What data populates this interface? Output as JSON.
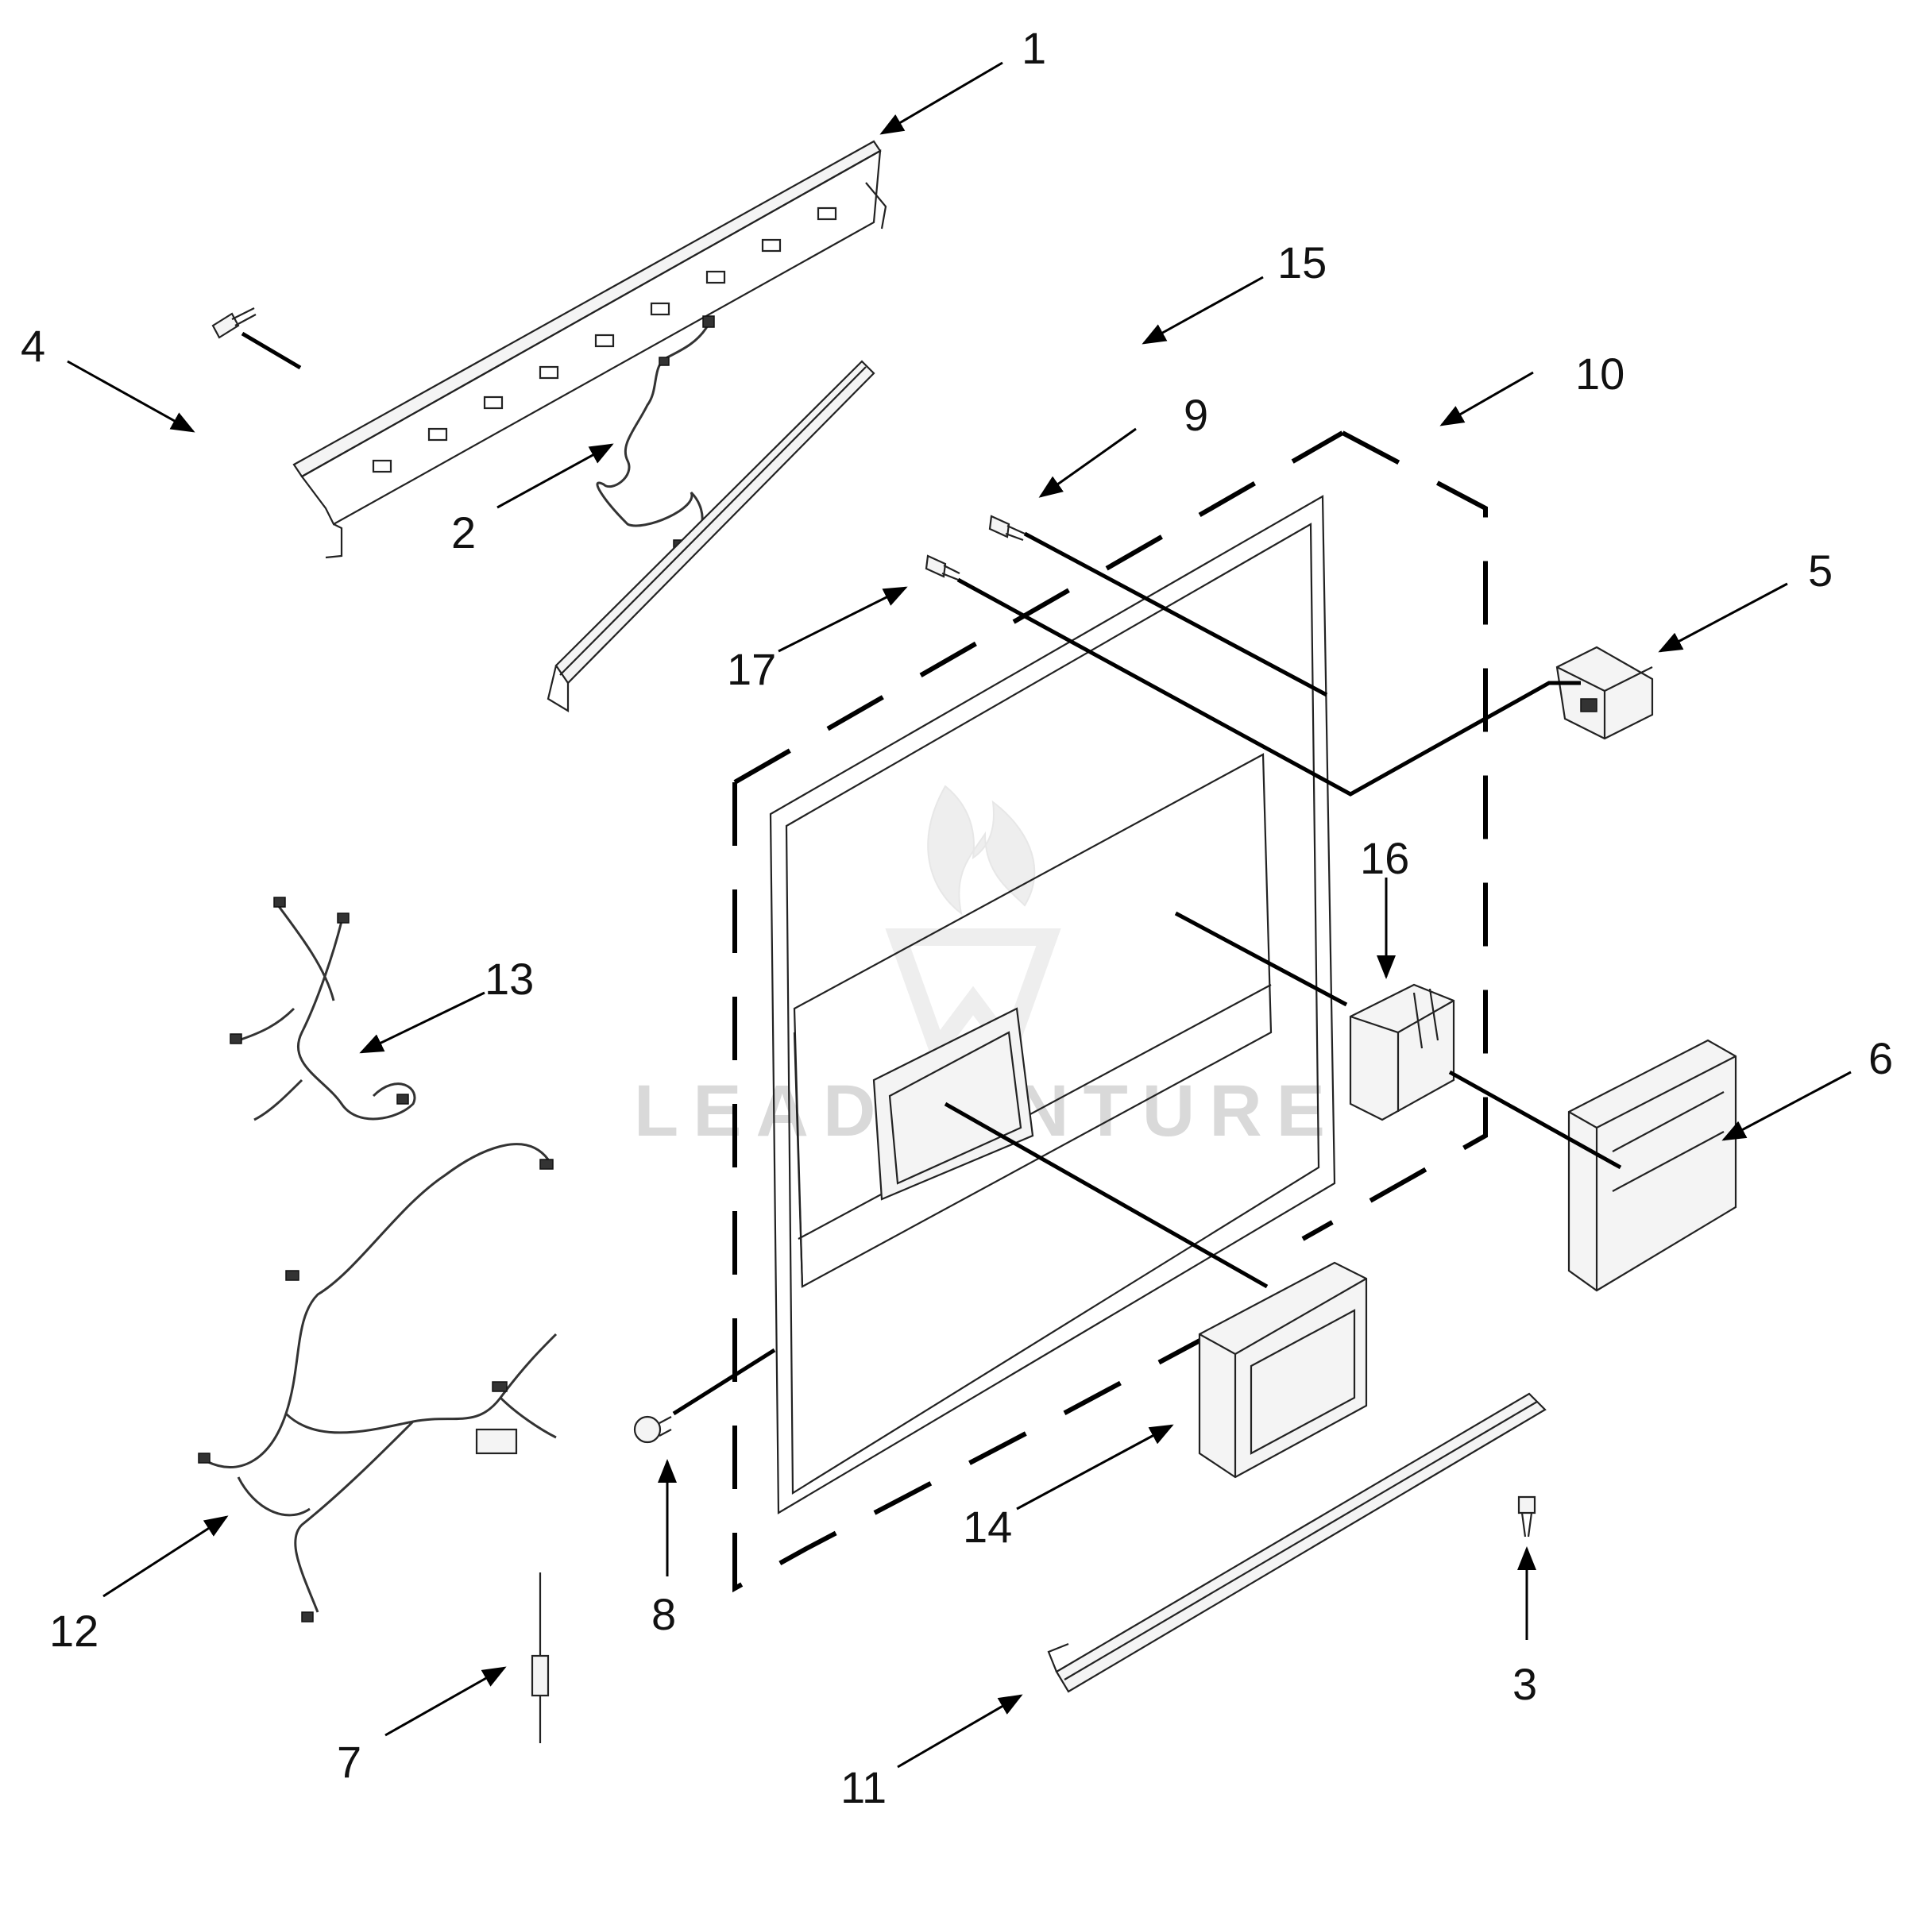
{
  "diagram": {
    "parts": [
      {
        "callout": "1"
      },
      {
        "callout": "2"
      },
      {
        "callout": "3"
      },
      {
        "callout": "4"
      },
      {
        "callout": "5"
      },
      {
        "callout": "6"
      },
      {
        "callout": "7"
      },
      {
        "callout": "8"
      },
      {
        "callout": "9"
      },
      {
        "callout": "10"
      },
      {
        "callout": "11"
      },
      {
        "callout": "12"
      },
      {
        "callout": "13"
      },
      {
        "callout": "14"
      },
      {
        "callout": "15"
      },
      {
        "callout": "16"
      },
      {
        "callout": "17"
      }
    ],
    "watermark": {
      "text": "LEADVENTURE"
    }
  }
}
